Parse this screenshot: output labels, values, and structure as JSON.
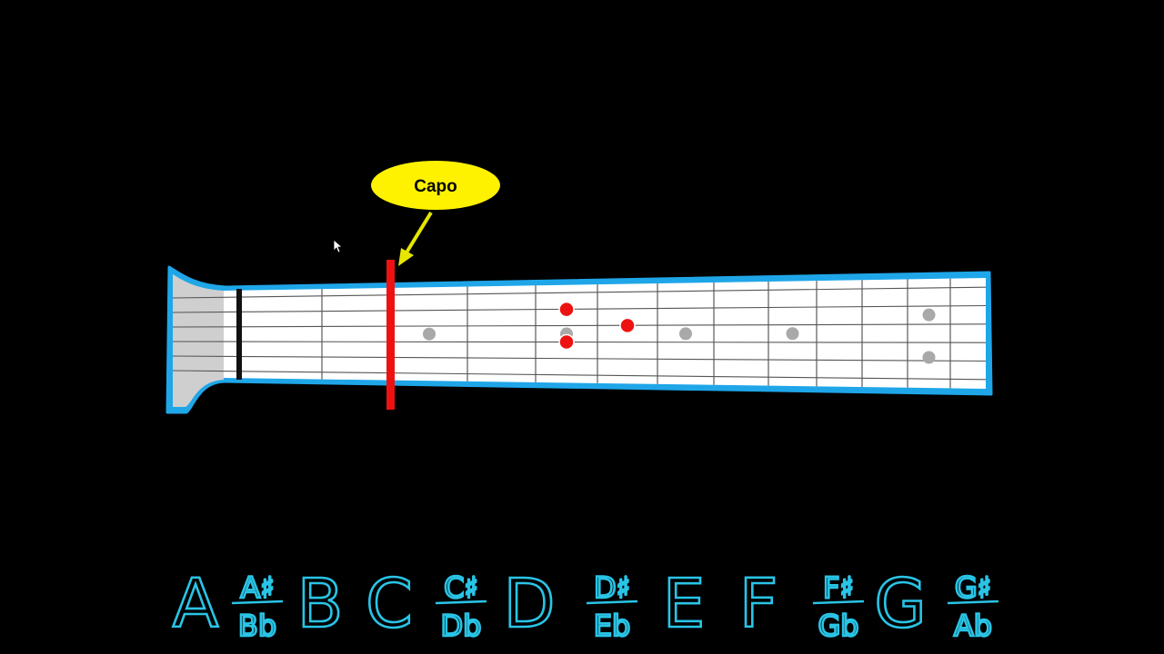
{
  "callout": {
    "label": "Capo",
    "fill": "#fff200",
    "arrow_color": "#e6e600"
  },
  "colors": {
    "background": "#000000",
    "neck_outline": "#1fa6e8",
    "fretboard": "#ffffff",
    "headstock": "#cfcfcf",
    "capo": "#ee1111",
    "finger_dot": "#ee1111",
    "inlay": "#a9a9a9",
    "notes": "#29c4e6"
  },
  "fretboard": {
    "string_count": 6,
    "fret_count": 13,
    "capo_fret": 3,
    "inlay_frets": [
      3,
      5,
      7,
      9,
      12
    ],
    "double_inlay_fret": 12,
    "finger_positions": [
      {
        "fret": 5,
        "string": 5
      },
      {
        "fret": 5,
        "string": 3
      },
      {
        "fret": 6,
        "string": 4
      }
    ]
  },
  "notes": [
    {
      "type": "single",
      "text": "A"
    },
    {
      "type": "stack",
      "top": "A#",
      "bottom": "Bb"
    },
    {
      "type": "single",
      "text": "B"
    },
    {
      "type": "single",
      "text": "C"
    },
    {
      "type": "stack",
      "top": "C#",
      "bottom": "Db"
    },
    {
      "type": "single",
      "text": "D"
    },
    {
      "type": "stack",
      "top": "D#",
      "bottom": "Eb"
    },
    {
      "type": "single",
      "text": "E"
    },
    {
      "type": "single",
      "text": "F"
    },
    {
      "type": "stack",
      "top": "F#",
      "bottom": "Gb"
    },
    {
      "type": "single",
      "text": "G"
    },
    {
      "type": "stack",
      "top": "G#",
      "bottom": "Ab"
    }
  ]
}
